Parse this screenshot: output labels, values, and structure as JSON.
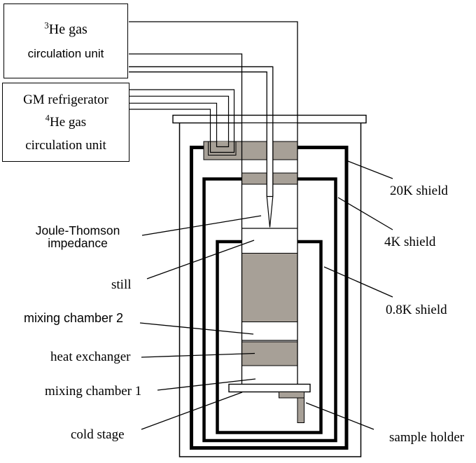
{
  "boxes": {
    "he3_unit": {
      "iso_sup": "3",
      "gas_text": "He gas",
      "line2": "circulation unit"
    },
    "gm_unit": {
      "line1": "GM refrigerator",
      "iso_sup": "4",
      "gas_text": "He gas",
      "line3": "circulation unit"
    }
  },
  "component_labels": {
    "jt_impedance_line1": "Joule-Thomson",
    "jt_impedance_line2": "impedance",
    "still": "still",
    "mixing_chamber_2": "mixing chamber 2",
    "heat_exchanger": "heat exchanger",
    "mixing_chamber_1": "mixing chamber 1",
    "cold_stage": "cold stage",
    "sample_holder": "sample holder"
  },
  "shield_labels": {
    "shield_20k": "20K shield",
    "shield_4k": "4K shield",
    "shield_0_8k": "0.8K shield"
  },
  "colors": {
    "metal_gray": "#a7a097",
    "line_black": "#000000",
    "background": "#ffffff"
  }
}
